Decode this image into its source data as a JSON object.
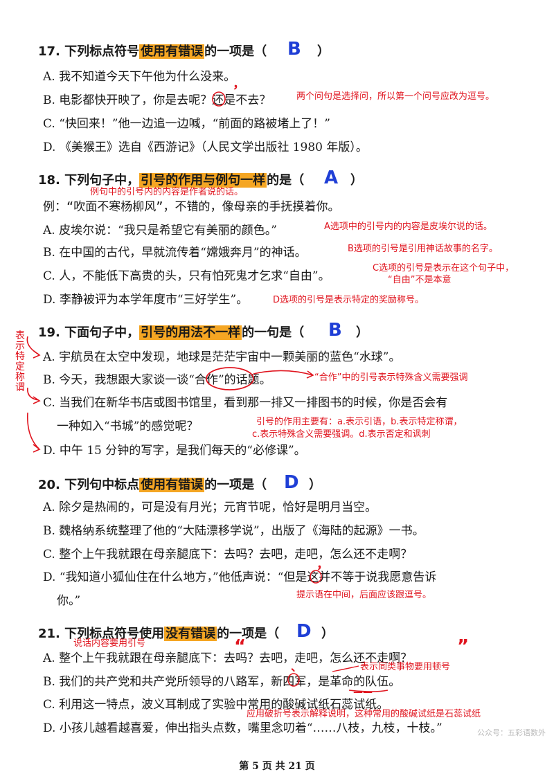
{
  "q17": {
    "stem_pre": "17. 下列标点符号",
    "stem_hl": "使用有错误",
    "stem_post": "的一项是（",
    "answer": "B",
    "close": "）",
    "options": [
      "A. 我不知道今天下午他为什么没来。",
      "B. 电影都快开映了，你是去呢？还是不去？",
      "C. “快回来！”他一边追一边喊，“前面的路被堵上了！”",
      "D. 《美猴王》选自《西游记》（人民文学出版社 1980 年版）。"
    ],
    "mark": "，",
    "note": "两个问句是选择问，所以第一个问号应改为逗号。"
  },
  "q18": {
    "stem_pre": "18. 下列句子中，",
    "stem_hl": "引号的作用与例句一样",
    "stem_post": "的是（",
    "answer": "A",
    "close": "）",
    "note_top": "例句中的引号内的内容是作者说的话。",
    "example": "例：“吹面不寒杨柳风”，不错的，像母亲的手抚摸着你。",
    "options": [
      "A. 皮埃尔说：“我只是希望它有美丽的颜色。”",
      "B. 在中国的古代，早就流传着“嫦娥奔月”的神话。",
      "C. 人，不能低下高贵的头，只有怕死鬼才乞求“自由”。",
      "D. 李静被评为本学年度市“三好学生”。"
    ],
    "notes": [
      "A选项中的引号内的内容是皮埃尔说的话。",
      "B选项的引号是引用神话故事的名字。",
      "C选项的引号是表示在这个句子中，",
      "“自由”不是本意",
      "D选项的引号是表示特定的奖励称号。"
    ]
  },
  "q19": {
    "stem_pre": "19. 下面句子中，",
    "stem_hl": "引号的用法不一样",
    "stem_post": "的一句是（",
    "answer": "B",
    "close": "）",
    "options": [
      "A. 宇航员在太空中发现，地球是茫茫宇宙中一颗美丽的蓝色“水球”。",
      "B. 今天，我想跟大家谈一谈“合作”的话题。",
      "C. 当我们在新华书店或图书馆里，看到那一排又一排图书的时候，你是否会有",
      "一种如入“书城”的感觉呢？",
      "D. 中午 15 分钟的写字，是我们每天的“必修课”。"
    ],
    "side_note": "表示特定称谓",
    "note_b": "“合作”中的引号表示特殊含义需要强调",
    "note_c1": "引号的作用主要有：a.表示引语，b.表示特定称谓，",
    "note_c2": "c.表示特殊含义需要强调。d.表示否定和讽刺"
  },
  "q20": {
    "stem_pre": "20. 下列句中标点",
    "stem_hl": "使用有错误",
    "stem_post": "的一项是（",
    "answer": "D",
    "close": "）",
    "options": [
      "A. 除夕是热闹的，可是没有月光；元宵节呢，恰好是明月当空。",
      "B. 魏格纳系统整理了他的“大陆漂移学说”，出版了《海陆的起源》一书。",
      "C. 整个上午我就跟在母亲腿底下：去吗？去吧，走吧，怎么还不走啊？",
      "D. “我知道小狐仙住在什么地方，”他低声说：“但是这并不等于说我愿意告诉",
      "你。”"
    ],
    "mark": "，",
    "note": "提示语在中间，后面应该跟逗号。"
  },
  "q21": {
    "stem_pre": "21. 下列标点符号使用",
    "stem_hl": "没有错误",
    "stem_post": "的一项是（",
    "answer": "D",
    "close": "）",
    "note_a": "说话内容要用引号",
    "options": [
      "A. 整个上午我就跟在母亲腿底下：去吗？去吧，走吧，怎么还不走啊？",
      "B. 我们的共产党和共产党所领导的八路军，新四军，是革命的队伍。",
      "C. 利用这一特点，波义耳制成了实验中常用的酸碱试纸石蕊试纸。",
      "D. 小孩儿越看越喜爱，伸出指头点数，嘴里念叨着“……八枝，九枝，十枝。”"
    ],
    "quote_open": "“",
    "quote_close": "”",
    "mark_b": "、",
    "note_b": "表示同类事物要用顿号",
    "mark_c": "——",
    "note_c": "应用破折号表示解释说明，这种常用的酸碱试纸是石蕊试纸"
  },
  "footer": "第 5 页 共 21 页",
  "watermark": "公众号：五彩语数外",
  "colors": {
    "highlight": "#f5a623",
    "answer": "#1f3fd6",
    "annotation": "#e0151f"
  }
}
